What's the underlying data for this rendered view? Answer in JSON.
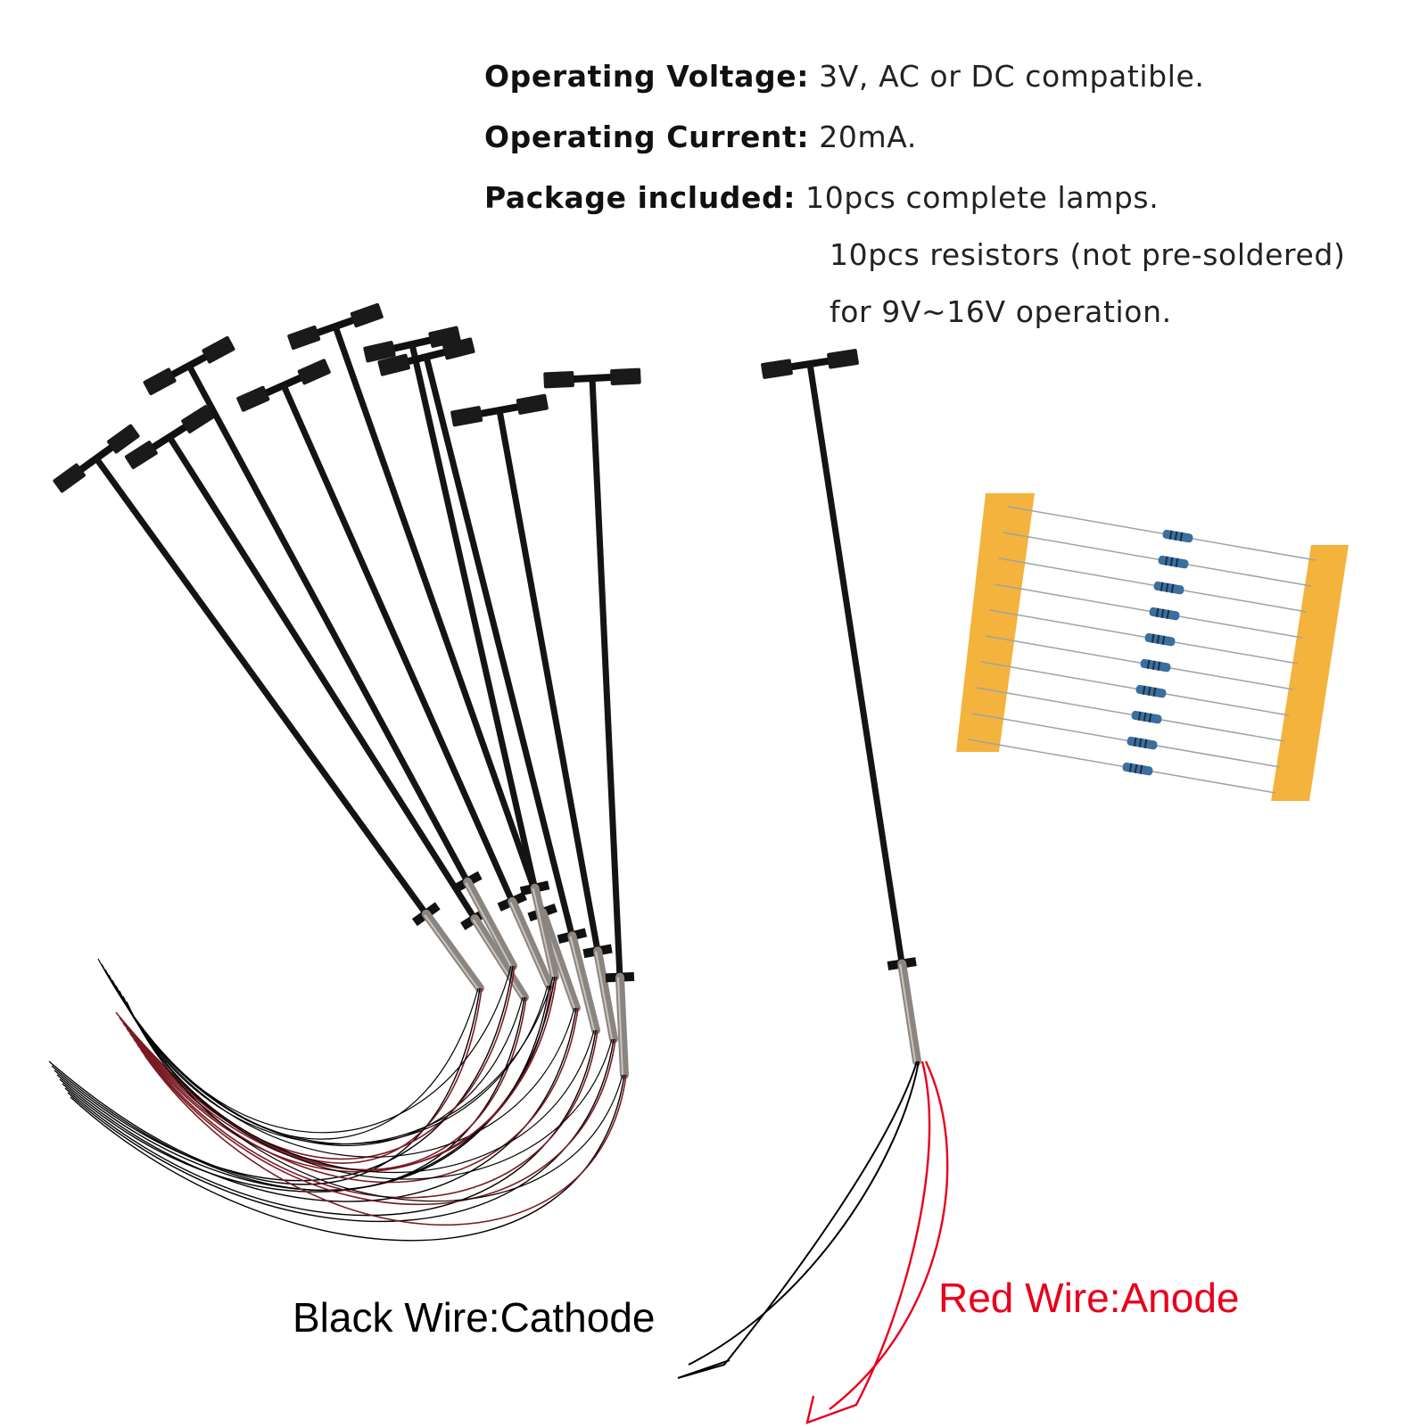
{
  "specs": [
    {
      "label": "Operating Voltage:",
      "value": "3V, AC or DC compatible."
    },
    {
      "label": "Operating Current:",
      "value": "20mA."
    },
    {
      "label": "Package included:",
      "value": "10pcs complete lamps."
    }
  ],
  "package_continued": [
    "10pcs resistors (not pre-soldered)",
    "for 9V~16V operation."
  ],
  "labels": {
    "black_wire": "Black Wire:Cathode",
    "red_wire": "Red Wire:Anode"
  },
  "colors": {
    "black_wire": "#000000",
    "red_wire": "#e8001c",
    "tape": "#f3b33d",
    "resistor_body": "#3b6f9e"
  },
  "counts": {
    "lamps": 10,
    "resistors": 10
  }
}
